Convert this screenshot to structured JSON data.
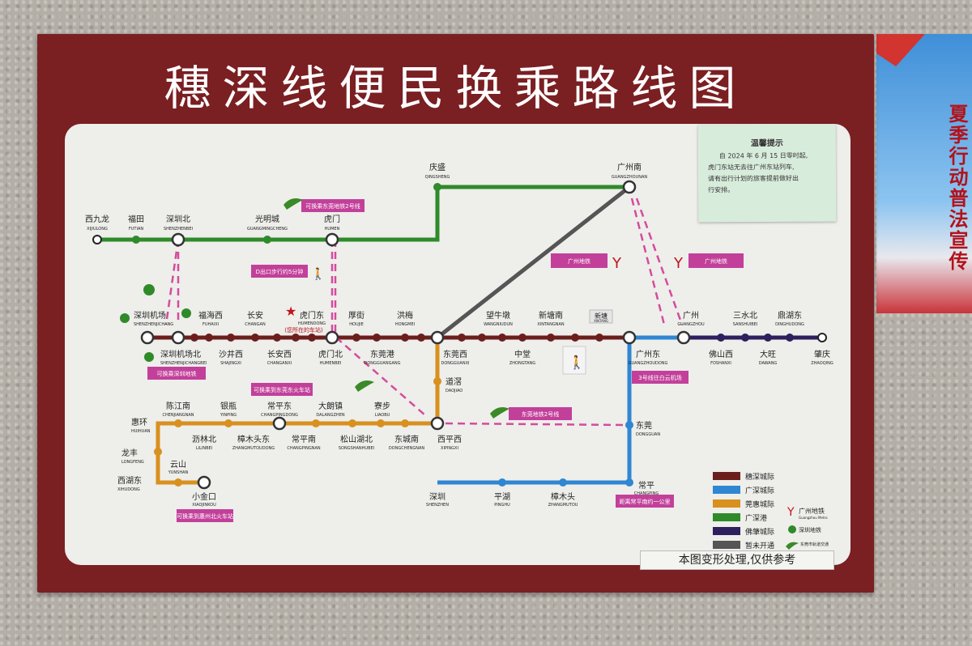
{
  "title": "穗深线便民换乘路线图",
  "notice": {
    "title": "温馨提示",
    "lines": [
      "自 2024 年 6 月 15 日零时起,",
      "虎门东站无去往广州东站列车,",
      "请有出行计划的旅客提前做好出",
      "行安排。"
    ]
  },
  "poster_text": "夏季行动普法宣传",
  "footer_note": "本图变形处理,仅供参考",
  "colors": {
    "suishen": "#6b1f1d",
    "guangshen": "#2f86d2",
    "guanhui": "#d8901e",
    "guangshengang": "#2f8a2a",
    "guangzhao": "#2e1f5e",
    "notyet": "#555555",
    "transfer": "#d44c9c",
    "board": "#7a1f22"
  },
  "stations": {
    "xijiulong": {
      "cn": "西九龙",
      "en": "XIJIULONG"
    },
    "futian": {
      "cn": "福田",
      "en": "FUTIAN"
    },
    "shenzhenbei": {
      "cn": "深圳北",
      "en": "SHENZHENBEI"
    },
    "guangmingcheng": {
      "cn": "光明城",
      "en": "GUANGMINGCHENG"
    },
    "humen": {
      "cn": "虎门",
      "en": "HUMEN"
    },
    "qingsheng": {
      "cn": "庆盛",
      "en": "QINGSHENG"
    },
    "guangzhounan": {
      "cn": "广州南",
      "en": "GUANGZHOUNAN"
    },
    "shenzhenjichang": {
      "cn": "深圳机场",
      "en": "SHENZHENJICHANG"
    },
    "fuhaixi": {
      "cn": "福海西",
      "en": "FUHAIXI"
    },
    "changan": {
      "cn": "长安",
      "en": "CHANGAN"
    },
    "humendong": {
      "cn": "虎门东",
      "en": "HUMENDONG"
    },
    "humendong_note": "(您所在的车站)",
    "houjie": {
      "cn": "厚街",
      "en": "HOUJIE"
    },
    "hongmei": {
      "cn": "洪梅",
      "en": "HONGMEI"
    },
    "wangniudun": {
      "cn": "望牛墩",
      "en": "WANGNIUDUN"
    },
    "xintangnan": {
      "cn": "新塘南",
      "en": "XINTANGNAN"
    },
    "xintang": {
      "cn": "新塘",
      "en": "XINTANG"
    },
    "guangzhou": {
      "cn": "广州",
      "en": "GUANGZHOU"
    },
    "sanshuibei": {
      "cn": "三水北",
      "en": "SANSHUIBEI"
    },
    "dinghudong": {
      "cn": "鼎湖东",
      "en": "DINGHUDONG"
    },
    "shenzhenjichangbei": {
      "cn": "深圳机场北",
      "en": "SHENZHENJICHANGBEI"
    },
    "shajingxi": {
      "cn": "沙井西",
      "en": "SHAJINGXI"
    },
    "changanxi": {
      "cn": "长安西",
      "en": "CHANGANXI"
    },
    "humenbei": {
      "cn": "虎门北",
      "en": "HUMENBEI"
    },
    "dongguangang": {
      "cn": "东莞港",
      "en": "DONGGUANGANG"
    },
    "dongguanxi": {
      "cn": "东莞西",
      "en": "DONGGUANXI"
    },
    "zhongtang": {
      "cn": "中堂",
      "en": "ZHONGTANG"
    },
    "guangzhoudong": {
      "cn": "广州东",
      "en": "GUANGZHOUDONG"
    },
    "foshanxi": {
      "cn": "佛山西",
      "en": "FOSHANXI"
    },
    "dawang": {
      "cn": "大旺",
      "en": "DAWANG"
    },
    "zhaoqing": {
      "cn": "肇庆",
      "en": "ZHAOQING"
    },
    "daojiao": {
      "cn": "道滘",
      "en": "DAOJIAO"
    },
    "chenjiangnan": {
      "cn": "陈江南",
      "en": "CHENJIANGNAN"
    },
    "yinping": {
      "cn": "银瓶",
      "en": "YINPING"
    },
    "changpingdong": {
      "cn": "常平东",
      "en": "CHANGPINGDONG"
    },
    "dalangzhen": {
      "cn": "大朗镇",
      "en": "DALANGZHEN"
    },
    "liaobu": {
      "cn": "寮步",
      "en": "LIAOBU"
    },
    "huihuan": {
      "cn": "惠环",
      "en": "HUIHUAN"
    },
    "lilinbei": {
      "cn": "沥林北",
      "en": "LILINBEI"
    },
    "zhangmutoudong": {
      "cn": "樟木头东",
      "en": "ZHANGMUTOUDONG"
    },
    "changpingnan": {
      "cn": "常平南",
      "en": "CHANGPINGNAN"
    },
    "songshanhubei": {
      "cn": "松山湖北",
      "en": "SONGSHANHUBEI"
    },
    "dongchengnan": {
      "cn": "东城南",
      "en": "DONGCHENGNAN"
    },
    "xipingxi": {
      "cn": "西平西",
      "en": "XIPINGXI"
    },
    "dongguan": {
      "cn": "东莞",
      "en": "DONGGUAN"
    },
    "longfeng": {
      "cn": "龙丰",
      "en": "LONGFENG"
    },
    "yunshan": {
      "cn": "云山",
      "en": "YUNSHAN"
    },
    "xihudong": {
      "cn": "西湖东",
      "en": "XIHUDONG"
    },
    "xiaojinkou": {
      "cn": "小金口",
      "en": "XIAOJINKOU"
    },
    "shenzhen": {
      "cn": "深圳",
      "en": "SHENZHEN"
    },
    "pinghu": {
      "cn": "平湖",
      "en": "PINGHU"
    },
    "zhangmutou": {
      "cn": "樟木头",
      "en": "ZHANGMUTOU"
    },
    "changping": {
      "cn": "常平",
      "en": "CHANGPING"
    }
  },
  "tags": {
    "humen_metro": "可换乘东莞地铁2号线",
    "humen_walk": "D出口步行约5分钟",
    "gz_metro_1": "广州地铁",
    "gz_metro_2": "广州地铁",
    "sz_metro": "可换乘深圳地铁",
    "dg_east": "可换乘到东莞东火车站",
    "dg_metro2": "东莞地铁2号线",
    "gz_line3": "3号线往白云机场",
    "cp_walk": "距离常平南约一公里",
    "hz_north": "可换乘到惠州北火车站"
  },
  "legend": [
    {
      "label": "穗深城际",
      "color": "#6b1f1d"
    },
    {
      "label": "广深城际",
      "color": "#2f86d2"
    },
    {
      "label": "莞惠城际",
      "color": "#d8901e"
    },
    {
      "label": "广深港",
      "color": "#2f8a2a"
    },
    {
      "label": "佛肇城际",
      "color": "#2e1f5e"
    },
    {
      "label": "暂未开通",
      "color": "#555555"
    }
  ],
  "logos": {
    "gz_metro": "广州地铁",
    "gz_metro_en": "Guangzhou Metro",
    "sz_metro": "深圳地铁",
    "dg_metro": "东莞市轨道交通"
  }
}
